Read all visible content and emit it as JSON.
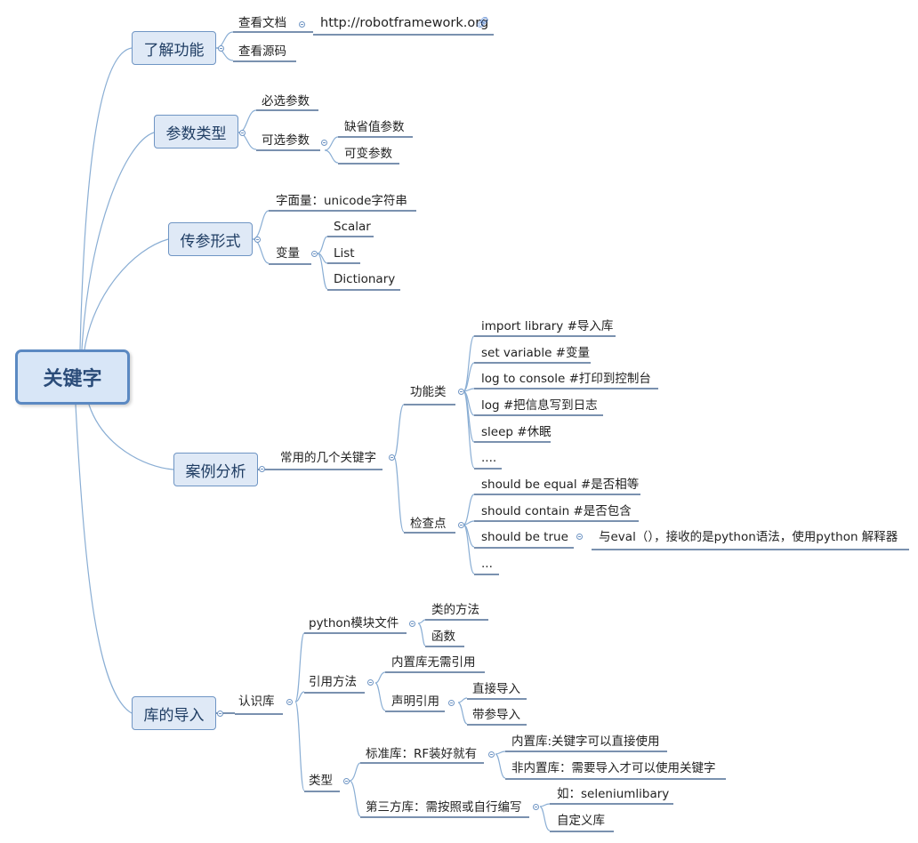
{
  "root": "关键字",
  "branches": {
    "b1": {
      "label": "了解功能",
      "c1": "查看文档",
      "c1_link": "http://robotframework.org",
      "c2": "查看源码"
    },
    "b2": {
      "label": "参数类型",
      "c1": "必选参数",
      "c2": "可选参数",
      "c2a": "缺省值参数",
      "c2b": "可变参数"
    },
    "b3": {
      "label": "传参形式",
      "c1": "字面量：unicode字符串",
      "c2": "变量",
      "c2a": "Scalar",
      "c2b": "List",
      "c2c": "Dictionary"
    },
    "b4": {
      "label": "案例分析",
      "c1": "常用的几个关键字",
      "g1": "功能类",
      "g1_items": [
        "import library #导入库",
        "set variable #变量",
        "log to console #打印到控制台",
        "log #把信息写到日志",
        "sleep #休眠",
        "...."
      ],
      "g2": "检查点",
      "g2_items": [
        "should be equal #是否相等",
        "should contain #是否包含",
        "should be true",
        "..."
      ],
      "g2_note": "与eval（），接收的是python语法，使用python 解释器"
    },
    "b5": {
      "label": "库的导入",
      "c1": "认识库",
      "m1": "python模块文件",
      "m1a": "类的方法",
      "m1b": "函数",
      "m2": "引用方法",
      "m2a": "内置库无需引用",
      "m2b": "声明引用",
      "m2b1": "直接导入",
      "m2b2": "带参导入",
      "m3": "类型",
      "m3a": "标准库：RF装好就有",
      "m3a1": "内置库:关键字可以直接使用",
      "m3a2": "非内置库：需要导入才可以使用关键字",
      "m3b": "第三方库：需按照或自行编写",
      "m3b1": "如：seleniumlibary",
      "m3b2": "自定义库"
    }
  }
}
